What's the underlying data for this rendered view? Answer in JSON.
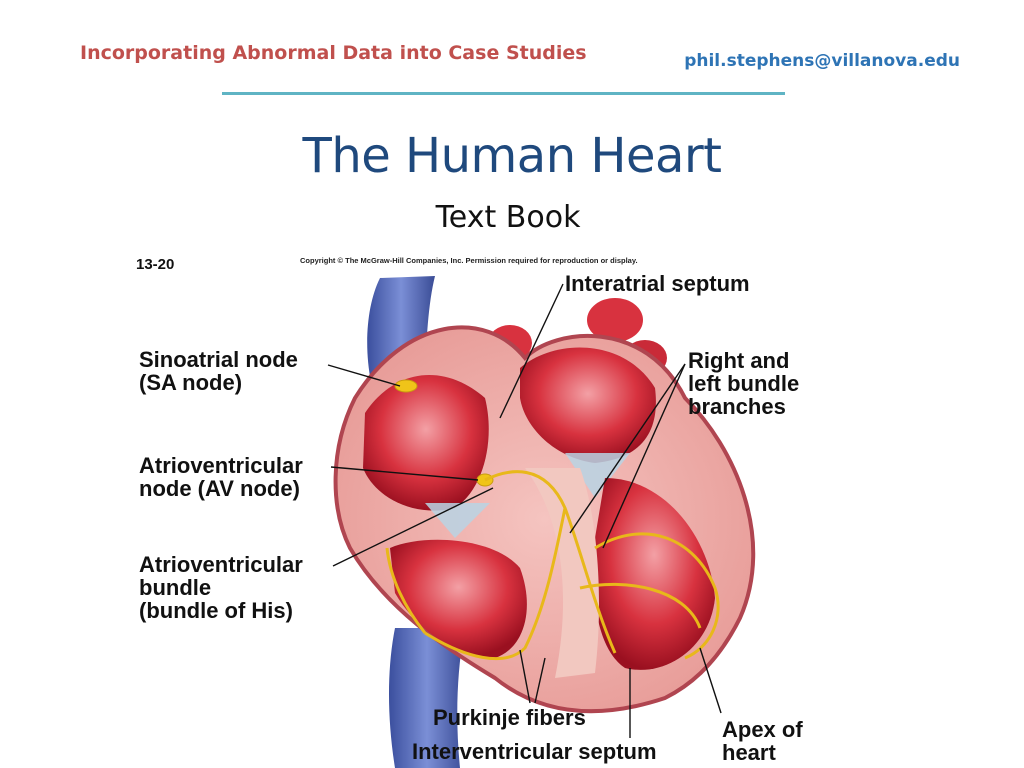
{
  "header": {
    "course_title": "Incorporating Abnormal Data into Case Studies",
    "email": "phil.stephens@villanova.edu"
  },
  "slide": {
    "title": "The Human Heart",
    "subtitle": "Text Book"
  },
  "figure": {
    "number": "13-20",
    "copyright": "Copyright © The McGraw-Hill Companies, Inc. Permission required for reproduction or display.",
    "labels": {
      "interatrial_septum": "Interatrial septum",
      "sa_node": "Sinoatrial node\n(SA node)",
      "av_node": "Atrioventricular\nnode (AV node)",
      "av_bundle": "Atrioventricular\nbundle\n(bundle of His)",
      "bundle_branches": "Right and\nleft bundle\nbranches",
      "purkinje": "Purkinje fibers",
      "interventricular": "Interventricular septum",
      "apex": "Apex of\nheart"
    }
  }
}
